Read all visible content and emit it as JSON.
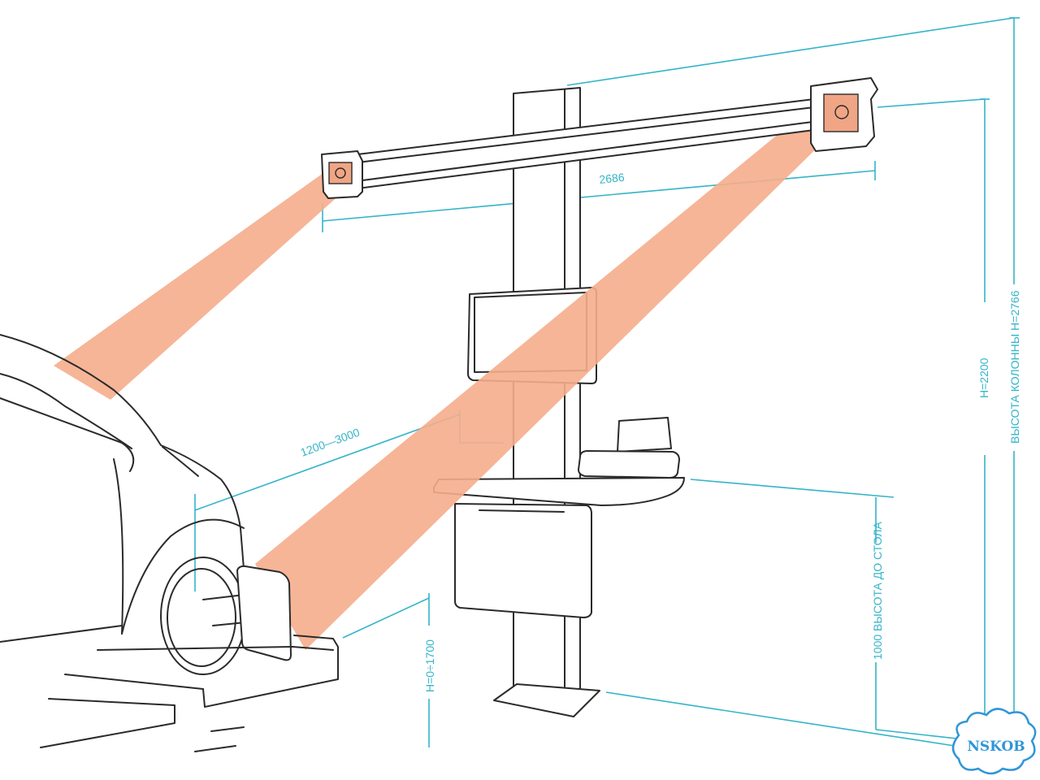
{
  "dimensions": {
    "beam_width": "2686",
    "camera_distance": "1200—3000",
    "camera_height": "H=2200",
    "column_height": "ВЫСОТА КОЛОННЫ  H=2766",
    "table_height": "1000 ВЫСОТА ДО СТОЛА",
    "lift_height": "H=0÷1700"
  },
  "logo": {
    "text": "NSKOB"
  },
  "colors": {
    "dimension": "#34b4c8",
    "beam": "#f5ad8c",
    "outline": "#2b2b2b"
  }
}
